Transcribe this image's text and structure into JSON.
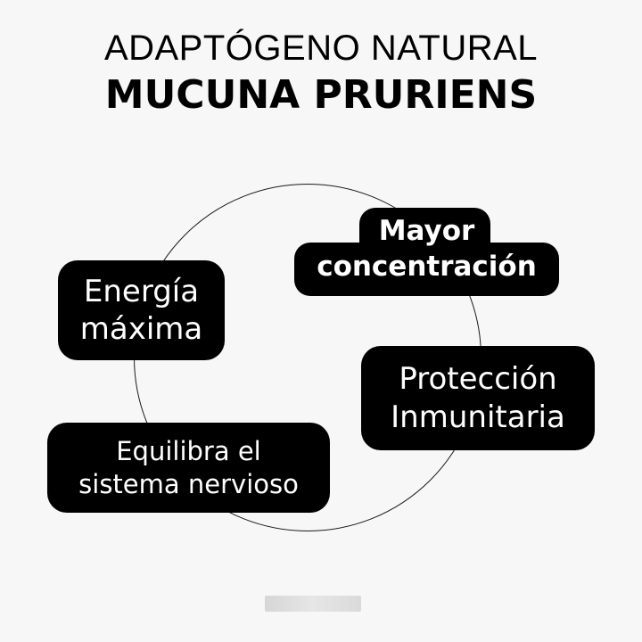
{
  "header": {
    "subtitle": "ADAPTÓGENO NATURAL",
    "title": "MUCUNA PRURIENS"
  },
  "benefits": [
    {
      "line1": "Energía",
      "line2": "máxima"
    },
    {
      "line1": "Mayor",
      "line2": "concentración"
    },
    {
      "line1": "Protección",
      "line2": "Inmunitaria"
    },
    {
      "line1": "Equilibra el",
      "line2": "sistema nervioso"
    }
  ],
  "colors": {
    "background": "#f7f7f7",
    "pill": "#000000",
    "pill_text": "#ffffff",
    "ring": "#1a1a1a"
  }
}
